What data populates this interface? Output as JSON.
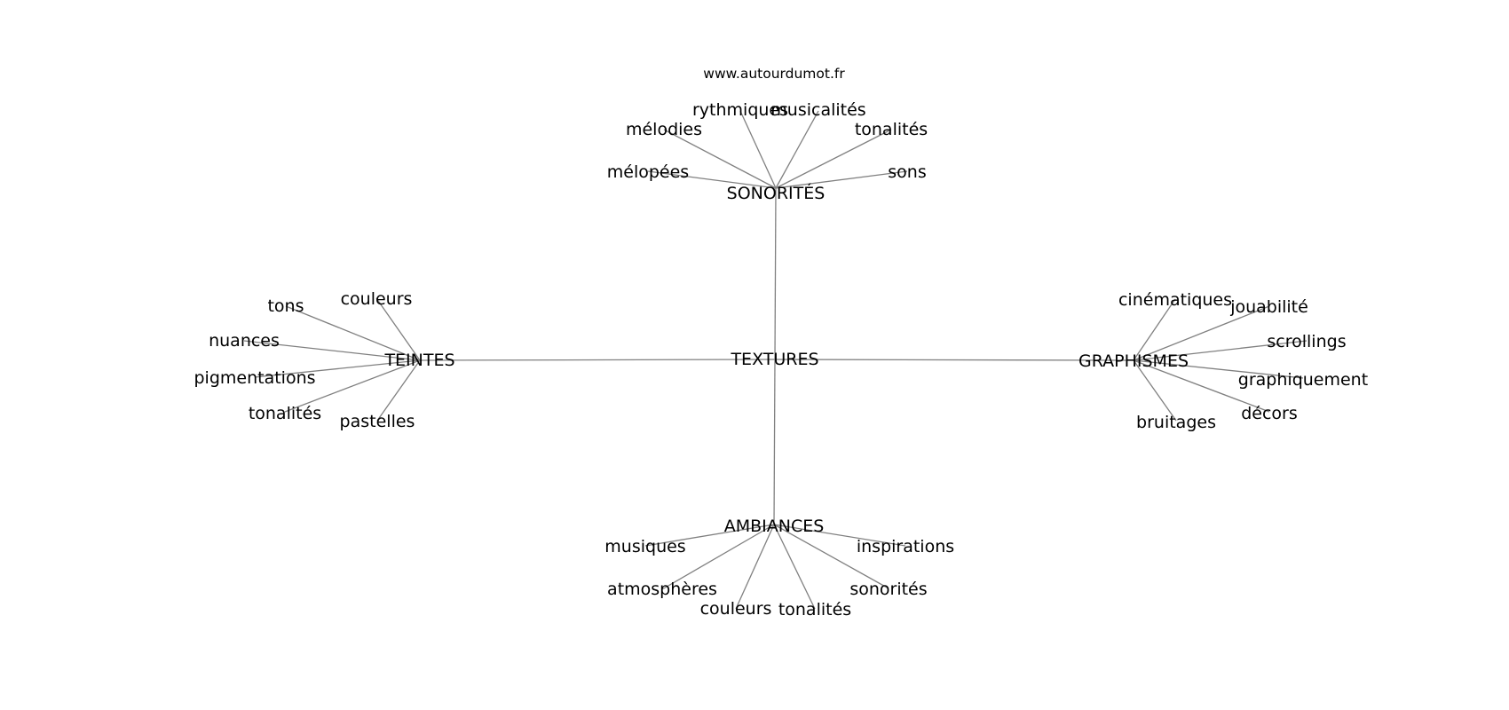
{
  "site": "www.autourdumot.fr",
  "center": "TEXTURES",
  "branches": [
    {
      "label": "SONORITÉS",
      "leaves": [
        "mélopées",
        "mélodies",
        "rythmiques",
        "musicalités",
        "tonalités",
        "sons"
      ]
    },
    {
      "label": "TEINTES",
      "leaves": [
        "tons",
        "couleurs",
        "nuances",
        "pigmentations",
        "tonalités",
        "pastelles"
      ]
    },
    {
      "label": "GRAPHISMES",
      "leaves": [
        "cinématiques",
        "jouabilité",
        "scrollings",
        "graphiquement",
        "décors",
        "bruitages"
      ]
    },
    {
      "label": "AMBIANCES",
      "leaves": [
        "musiques",
        "atmosphères",
        "couleurs",
        "tonalités",
        "sonorités",
        "inspirations"
      ]
    }
  ]
}
